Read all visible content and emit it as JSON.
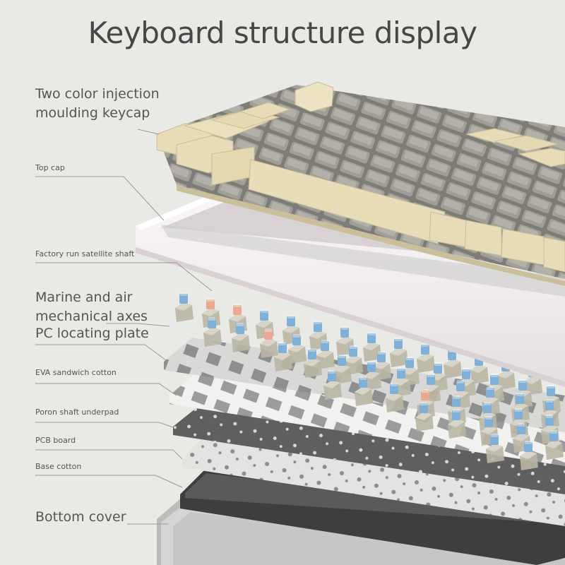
{
  "title": "Keyboard structure display",
  "labels": {
    "keycap": [
      "Two color injection",
      "moulding keycap"
    ],
    "top_cap": "Top cap",
    "satellite": "Factory run satellite shaft",
    "axes": [
      "Marine and air",
      "mechanical axes"
    ],
    "plate": "PC locating plate",
    "eva": "EVA sandwich cotton",
    "poron": "Poron shaft underpad",
    "pcb": "PCB board",
    "base": "Base cotton",
    "bottom": "Bottom cover"
  },
  "colors": {
    "background": "#e9e9e6",
    "keycap_beige": "#e8dcb8",
    "keycap_gray": "#8c8a84",
    "switch_blue": "#7fb0d8",
    "switch_pink": "#e9a893",
    "frame_white": "#f4eef0",
    "pcb_dark": "#5e5e5e",
    "plate_silver": "#d9dad8"
  }
}
